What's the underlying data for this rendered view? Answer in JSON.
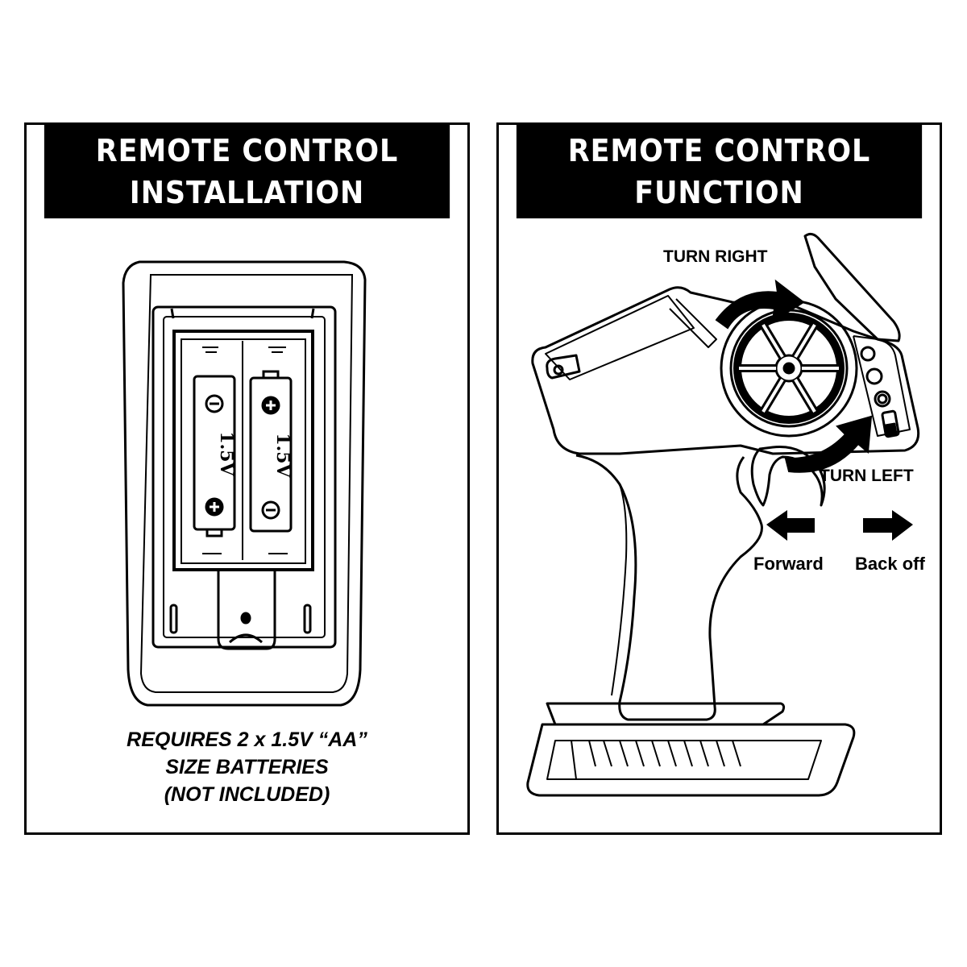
{
  "left_panel": {
    "title_line1": "REMOTE CONTROL",
    "title_line2": "INSTALLATION",
    "battery_label_1": "1.5V",
    "battery_label_2": "1.5V",
    "caption_line1": "REQUIRES 2 x 1.5V “AA”",
    "caption_line2": "SIZE BATTERIES",
    "caption_line3": "(NOT INCLUDED)"
  },
  "right_panel": {
    "title_line1": "REMOTE CONTROL",
    "title_line2": "FUNCTION",
    "turn_right_label": "TURN RIGHT",
    "turn_left_label": "TURN LEFT",
    "forward_label": "Forward",
    "back_off_label": "Back off"
  },
  "icons": [
    "battery-compartment-icon",
    "battery-icon",
    "minus-terminal-icon",
    "plus-terminal-icon",
    "transmitter-icon",
    "steering-wheel-icon",
    "trigger-icon",
    "arrow-left-icon",
    "arrow-right-icon",
    "curved-arrow-icon"
  ],
  "colors": {
    "ink": "#000000",
    "paper": "#ffffff"
  }
}
